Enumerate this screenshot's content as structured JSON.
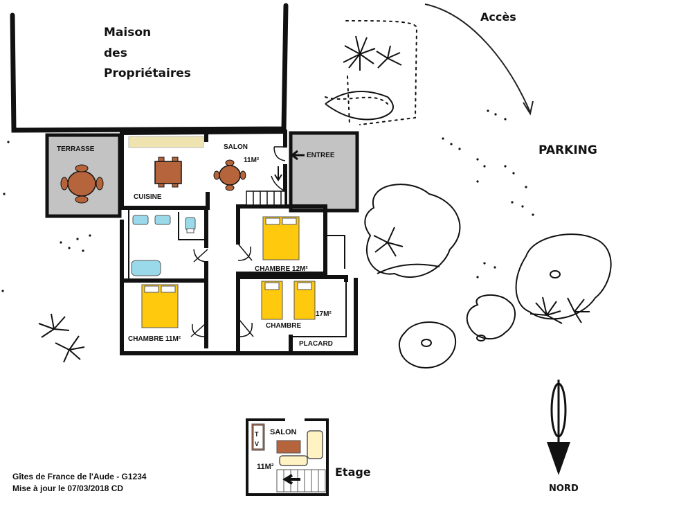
{
  "owners": {
    "line1": "Maison",
    "line2": "des",
    "line3": "Propriétaires"
  },
  "site": {
    "access": "Accès",
    "parking": "PARKING",
    "north": "NORD"
  },
  "ground_floor": {
    "terrace": "TERRASSE",
    "salon": "SALON",
    "salon_area": "11M²",
    "entrance": "ENTREE",
    "kitchen": "CUISINE",
    "bedroom_a": "CHAMBRE 12M²",
    "bedroom_b": "CHAMBRE",
    "bedroom_b_area": "17M²",
    "bedroom_c": "CHAMBRE 11M²",
    "closet": "PLACARD"
  },
  "upper_floor": {
    "label": "Etage",
    "salon": "SALON",
    "area": "11M²",
    "tv_t": "T",
    "tv_v": "V"
  },
  "footer": {
    "line1": "Gîtes de France de l'Aude - G1234",
    "line2": "Mise à jour le 07/03/2018 CD"
  },
  "colors": {
    "wall": "#111111",
    "terrace": "#c3c3c3",
    "bed": "#ffc90e",
    "table": "#b5643c",
    "bath": "#99d9ea",
    "counter": "#efe4b0",
    "sofa": "#fff3c4"
  }
}
